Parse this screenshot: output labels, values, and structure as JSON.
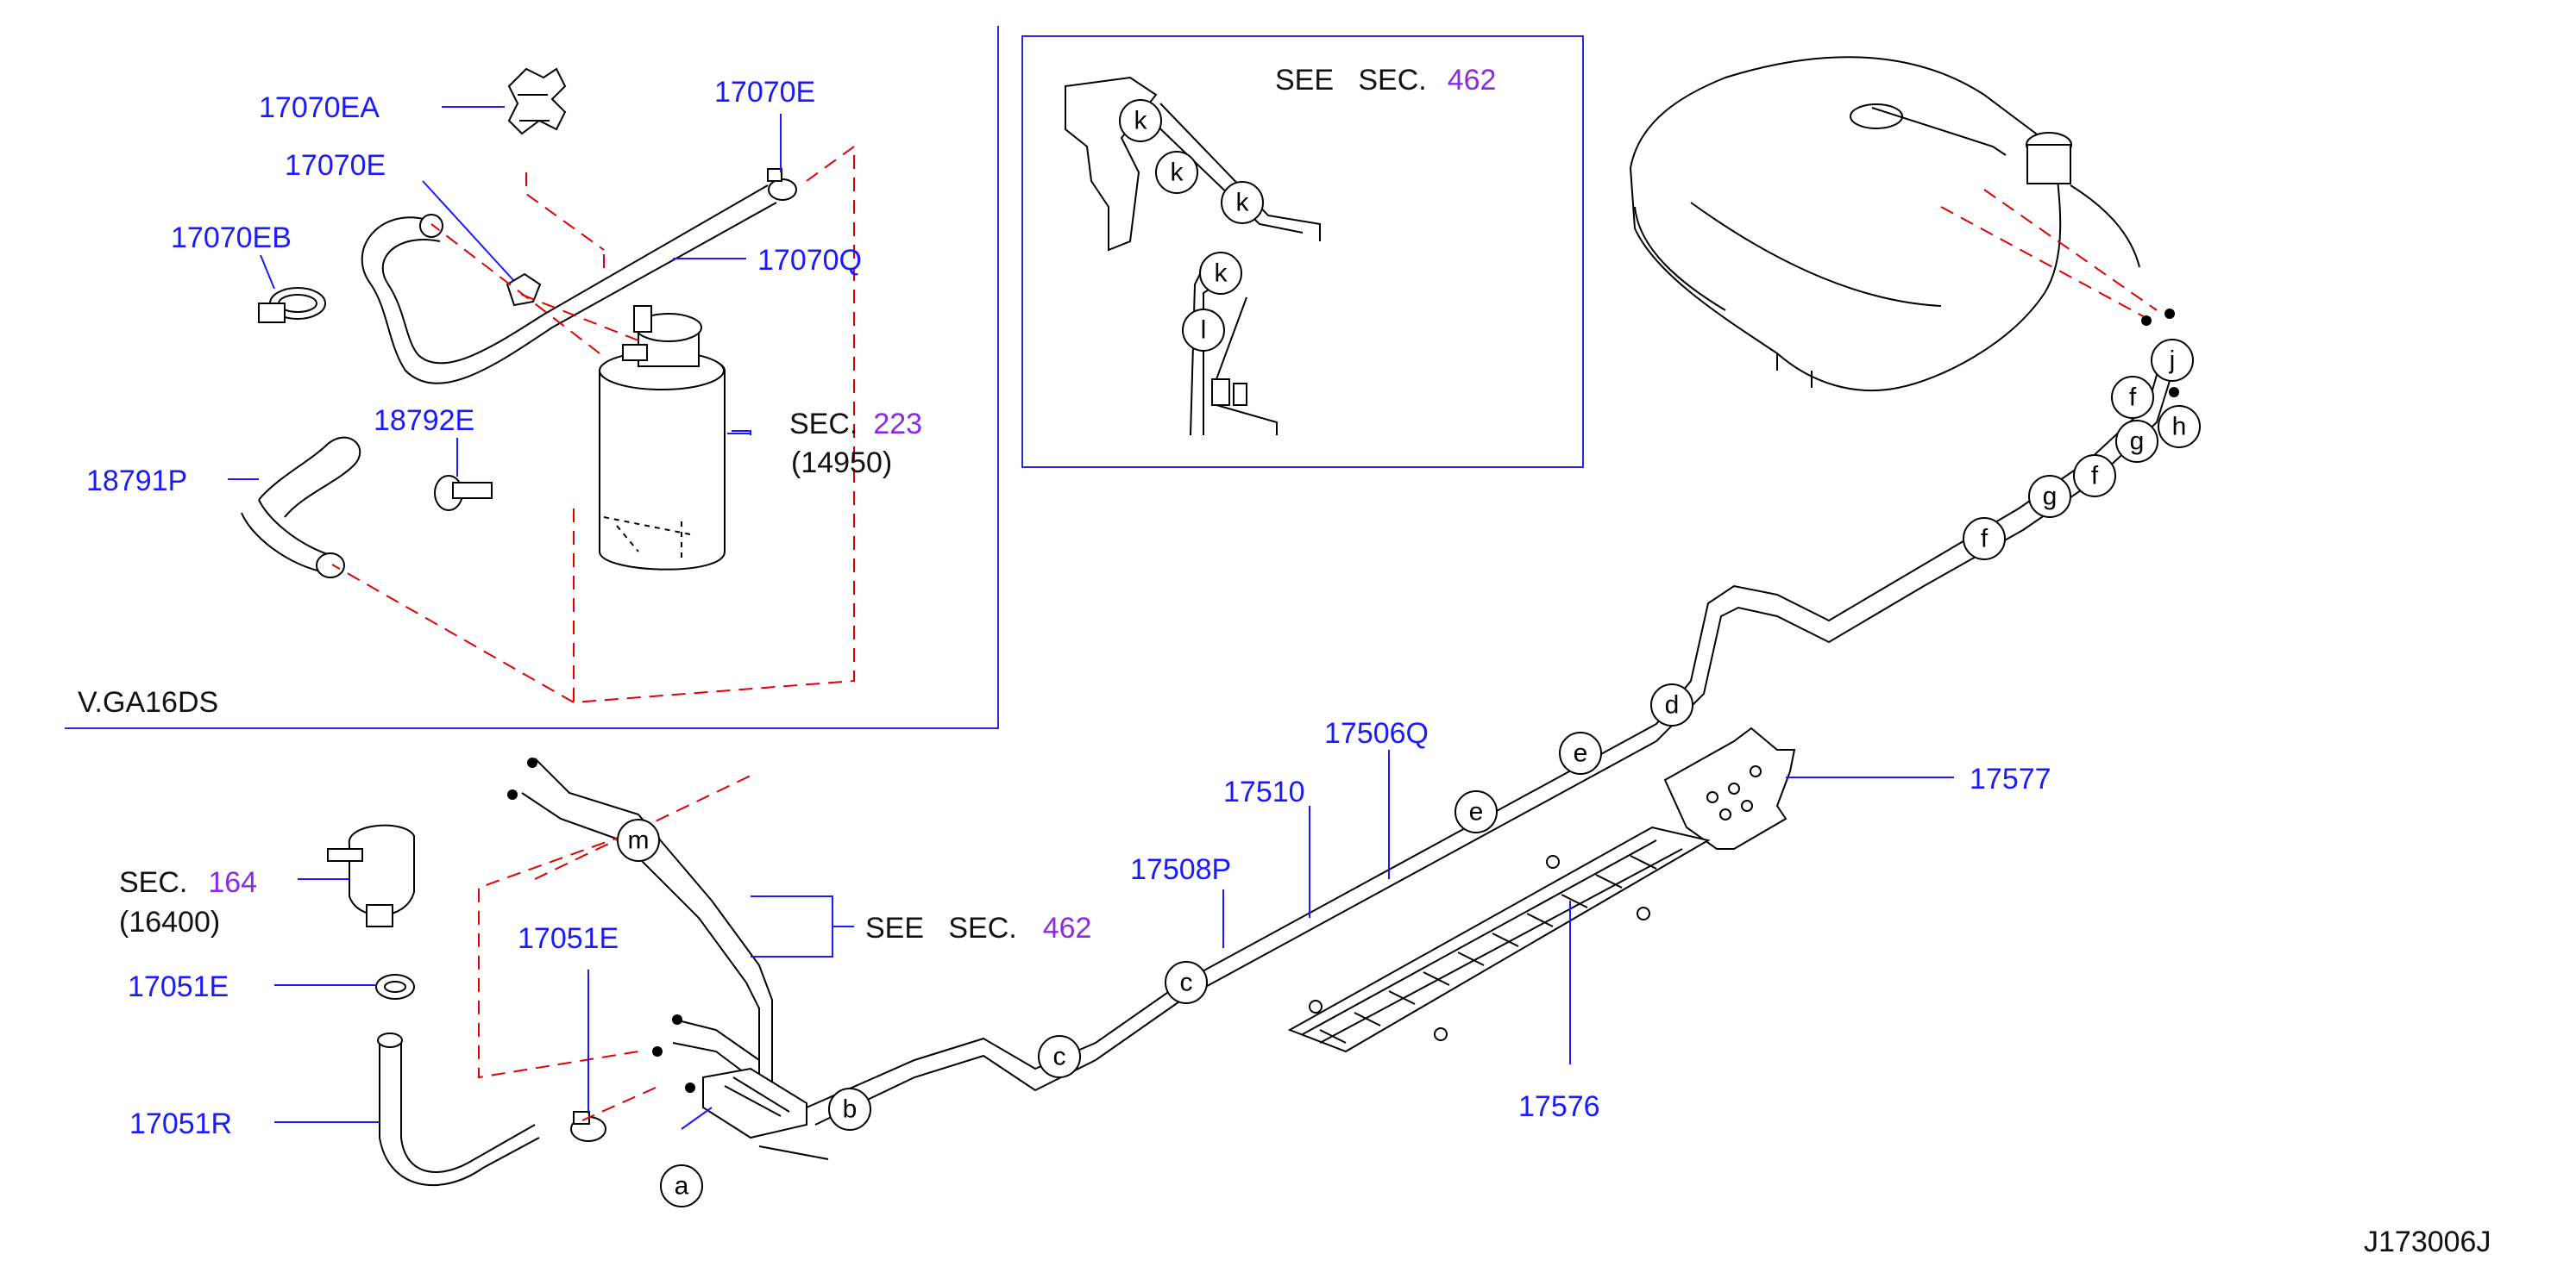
{
  "labels": {
    "p17070EA": "17070EA",
    "p17070E_top": "17070E",
    "p17070E_mid": "17070E",
    "p17070EB": "17070EB",
    "p17070Q": "17070Q",
    "p18792E": "18792E",
    "p18791P": "18791P",
    "p17051E_a": "17051E",
    "p17051E_b": "17051E",
    "p17051R": "17051R",
    "p17510": "17510",
    "p17506Q": "17506Q",
    "p17508P": "17508P",
    "p17577": "17577",
    "p17576": "17576"
  },
  "sec_refs": {
    "sec223_prefix": "SEC.",
    "sec223_num": "223",
    "sec223_part": "(14950)",
    "sec164_prefix": "SEC.",
    "sec164_num": "164",
    "sec164_part": "(16400)",
    "see462_top_prefix": "SEE   SEC.",
    "see462_top_num": "462",
    "see462_bottom_prefix": "SEE   SEC.",
    "see462_bottom_num": "462"
  },
  "variant_label": "V.GA16DS",
  "diagram_code": "J173006J",
  "circle_letters": {
    "a": "a",
    "b": "b",
    "c1": "c",
    "c2": "c",
    "d": "d",
    "e1": "e",
    "e2": "e",
    "f1": "f",
    "f2": "f",
    "f3": "f",
    "g1": "g",
    "g2": "g",
    "h": "h",
    "j": "j",
    "m": "m",
    "k1": "k",
    "k2": "k",
    "k3": "k",
    "k4": "k",
    "l": "l"
  },
  "colors": {
    "part_number": "#1a1aff",
    "section_number": "#8a2be2",
    "dashed_connector": "#e00000",
    "outline": "#000000"
  }
}
